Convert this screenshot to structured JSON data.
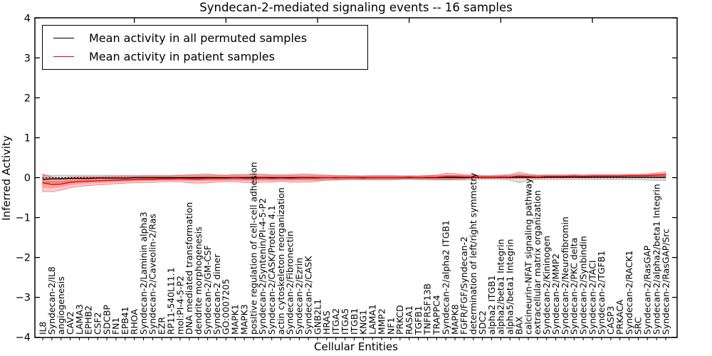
{
  "title": "Syndecan-2-mediated signaling events -- 16 samples",
  "axes": {
    "xlabel": "Cellular Entities",
    "ylabel": "Inferred Activity",
    "ylim": [
      -4,
      4
    ],
    "ytick_labels": [
      "4",
      "3",
      "2",
      "1",
      "0",
      "−1",
      "−2",
      "−3",
      "−4"
    ],
    "ytick_values": [
      4,
      3,
      2,
      1,
      0,
      -1,
      -2,
      -3,
      -4
    ],
    "top_tick_interval": 10,
    "grid": false
  },
  "legend": {
    "position": "upper left",
    "items": [
      {
        "label": "Mean activity in all permuted samples",
        "color": "#000000"
      },
      {
        "label": "Mean activity in patient samples",
        "color": "#ff0000"
      }
    ]
  },
  "chart_data": {
    "type": "line",
    "title": "Syndecan-2-mediated signaling events -- 16 samples",
    "xlabel": "Cellular Entities",
    "ylabel": "Inferred Activity",
    "ylim": [
      -4,
      4
    ],
    "zero_line_style": "dotted",
    "legend_position": "upper left",
    "grid": false,
    "categories": [
      "IL8",
      "Syndecan-2/IL8",
      "angiogenesis",
      "CAV2",
      "LAMA3",
      "EPHB2",
      "CSF2",
      "SDCBP",
      "FN1",
      "EPB41",
      "RHOA",
      "Syndecan-2/Laminin alpha3",
      "Syndecan-2/Caveolin-2/Ras",
      "EZR",
      "RP11-540L11.1",
      "mol:PI-4-5-P2",
      "DNA mediated transformation",
      "dendrite morphogenesis",
      "Syndecan-2/GM-CSF",
      "Syndecan-2 dimer",
      "GO:0007205",
      "MAPK1",
      "MAPK3",
      "positive regulation of cell-cell adhesion",
      "Syndecan-2/Syntenin/PI-4-5-P2",
      "Syndecan-2/CASK/Protein 4.1",
      "actin cytoskeleton reorganization",
      "Syndecan-2/Fibronectin",
      "Syndecan-2/Ezrin",
      "Syndecan-2/CASK",
      "GNB2L1",
      "HRAS",
      "ITGA2",
      "ITGA5",
      "ITGB1",
      "KNG1",
      "LAMA1",
      "MMP2",
      "NF1",
      "PRKCD",
      "RASA1",
      "TGFB1",
      "TNFRSF13B",
      "TRAPPC4",
      "Syndecan-2/alpha2 ITGB1",
      "MAPK8",
      "FGFR/FGF/Syndecan-2",
      "determination of left/right symmetry",
      "SDC2",
      "alpha2 ITGB1",
      "alpha2/beta1 Integrin",
      "alpha5/beta1 Integrin",
      "BAX",
      "calcineurin-NFAT signaling pathway",
      "extracellular matrix organization",
      "Syndecan-2/Kininogen",
      "Syndecan-2/MMP2",
      "Syndecan-2/Neurofibromin",
      "Syndecan-2/PKC delta",
      "Syndecan-2/Synbindin",
      "Syndecan-2/TACI",
      "Syndecan-2/TGFB1",
      "CASP3",
      "PRKACA",
      "Syndecan-2/RACK1",
      "SRC",
      "Syndecan-2/RasGAP",
      "Syndecan-2/alpha2/beta1 Integrin",
      "Syndecan-2/RasGAP/Src"
    ],
    "series": [
      {
        "name": "Mean activity in all permuted samples",
        "color": "#000000",
        "band_fill": "rgba(0,0,0,0.13)",
        "band_edge": "rgba(0,0,0,0.22)",
        "values": [
          -0.04,
          -0.03,
          -0.03,
          -0.02,
          -0.02,
          -0.02,
          -0.01,
          -0.01,
          -0.01,
          -0.01,
          0,
          0,
          0,
          0,
          0,
          0,
          0,
          0,
          0,
          0,
          0,
          0,
          0,
          0,
          0,
          0,
          0,
          0,
          0,
          0,
          0,
          0,
          0,
          0,
          0,
          0,
          0,
          0,
          0,
          0,
          0,
          0,
          0,
          0,
          0,
          0,
          0,
          0.01,
          0.01,
          0.01,
          0.01,
          0.01,
          0.01,
          0.01,
          0.01,
          0.01,
          0.01,
          0.01,
          0.01,
          0.01,
          0.01,
          0.01,
          0.01,
          0.01,
          0.01,
          0.01,
          0.01,
          0.01,
          0.01
        ],
        "band": [
          0.1,
          0.09,
          0.09,
          0.08,
          0.08,
          0.08,
          0.07,
          0.07,
          0.07,
          0.07,
          0.06,
          0.06,
          0.06,
          0.06,
          0.06,
          0.06,
          0.06,
          0.06,
          0.06,
          0.06,
          0.06,
          0.06,
          0.06,
          0.06,
          0.06,
          0.06,
          0.06,
          0.06,
          0.06,
          0.06,
          0.06,
          0.06,
          0.06,
          0.05,
          0.05,
          0.05,
          0.06,
          0.06,
          0.06,
          0.05,
          0.05,
          0.05,
          0.06,
          0.06,
          0.06,
          0.06,
          0.06,
          0.06,
          0.05,
          0.05,
          0.06,
          0.07,
          0.14,
          0.08,
          0.06,
          0.06,
          0.06,
          0.06,
          0.06,
          0.06,
          0.06,
          0.06,
          0.06,
          0.06,
          0.06,
          0.06,
          0.07,
          0.08,
          0.08
        ]
      },
      {
        "name": "Mean activity in patient samples",
        "color": "#ff0000",
        "band_fill": "rgba(255,0,0,0.18)",
        "band_edge": "rgba(255,0,0,0.45)",
        "values": [
          -0.13,
          -0.17,
          -0.16,
          -0.12,
          -0.1,
          -0.09,
          -0.08,
          -0.07,
          -0.06,
          -0.05,
          -0.05,
          -0.04,
          -0.04,
          -0.03,
          -0.03,
          -0.02,
          -0.03,
          -0.03,
          -0.02,
          -0.02,
          -0.02,
          -0.01,
          -0.02,
          -0.02,
          -0.01,
          -0.02,
          -0.01,
          -0.02,
          -0.01,
          -0.01,
          -0.01,
          0,
          -0.01,
          0,
          0,
          -0.01,
          0,
          0,
          0,
          0,
          0.01,
          0,
          0.01,
          0.01,
          0.03,
          0.03,
          0.02,
          0.02,
          0.01,
          0.01,
          0.02,
          0.02,
          0.04,
          0.03,
          0.02,
          0.03,
          0.03,
          0.03,
          0.04,
          0.03,
          0.04,
          0.04,
          0.04,
          0.04,
          0.05,
          0.05,
          0.05,
          0.06,
          0.07
        ],
        "band": [
          0.22,
          0.18,
          0.15,
          0.13,
          0.12,
          0.11,
          0.1,
          0.1,
          0.09,
          0.09,
          0.08,
          0.08,
          0.08,
          0.07,
          0.07,
          0.08,
          0.1,
          0.11,
          0.11,
          0.09,
          0.08,
          0.09,
          0.1,
          0.11,
          0.1,
          0.09,
          0.08,
          0.09,
          0.1,
          0.1,
          0.08,
          0.06,
          0.05,
          0.05,
          0.04,
          0.04,
          0.04,
          0.04,
          0.04,
          0.03,
          0.03,
          0.03,
          0.04,
          0.05,
          0.08,
          0.07,
          0.05,
          0.04,
          0.03,
          0.03,
          0.03,
          0.04,
          0.05,
          0.04,
          0.03,
          0.03,
          0.03,
          0.03,
          0.03,
          0.03,
          0.03,
          0.03,
          0.03,
          0.03,
          0.03,
          0.03,
          0.04,
          0.06,
          0.07
        ]
      }
    ]
  }
}
